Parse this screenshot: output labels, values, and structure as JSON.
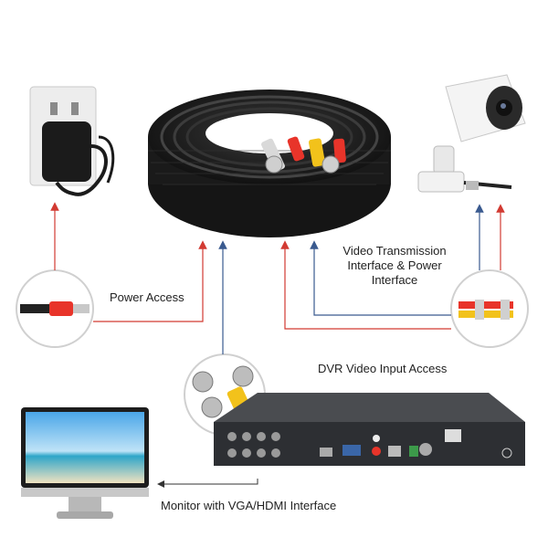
{
  "labels": {
    "power_access": "Power Access",
    "video_transmission": "Video Transmission Interface & Power Interface",
    "dvr_input": "DVR Video Input Access",
    "monitor": "Monitor with VGA/HDMI Interface"
  },
  "colors": {
    "power_line": "#d23a32",
    "video_line": "#3a5a8f",
    "cable": "#1e1e1e",
    "dvr_body": "#2d2f33",
    "camera_body": "#f2f2f2",
    "monitor_sky": "#7fc3ee",
    "monitor_sea": "#2fa6c9"
  },
  "icons": [
    "power-adapter-icon",
    "coax-cable-icon",
    "security-camera-icon",
    "dc-plug-icon",
    "bnc-connector-icon",
    "dvr-recorder-icon",
    "monitor-icon"
  ]
}
